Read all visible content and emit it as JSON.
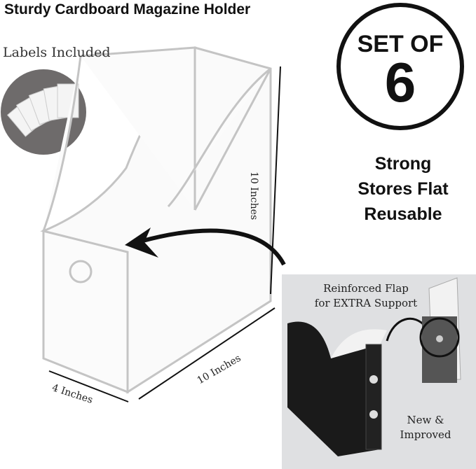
{
  "title": "Sturdy Cardboard Magazine Holder",
  "labels_included": "Labels Included",
  "badge": {
    "line1": "SET OF",
    "number": "6"
  },
  "features": [
    "Strong",
    "Stores Flat",
    "Reusable"
  ],
  "dimensions": {
    "height": "10 Inches",
    "depth": "10 Inches",
    "width": "4 Inches"
  },
  "inset": {
    "caption_line1": "Reinforced Flap",
    "caption_line2": "for EXTRA Support",
    "badge_line1": "New &",
    "badge_line2": "Improved"
  }
}
